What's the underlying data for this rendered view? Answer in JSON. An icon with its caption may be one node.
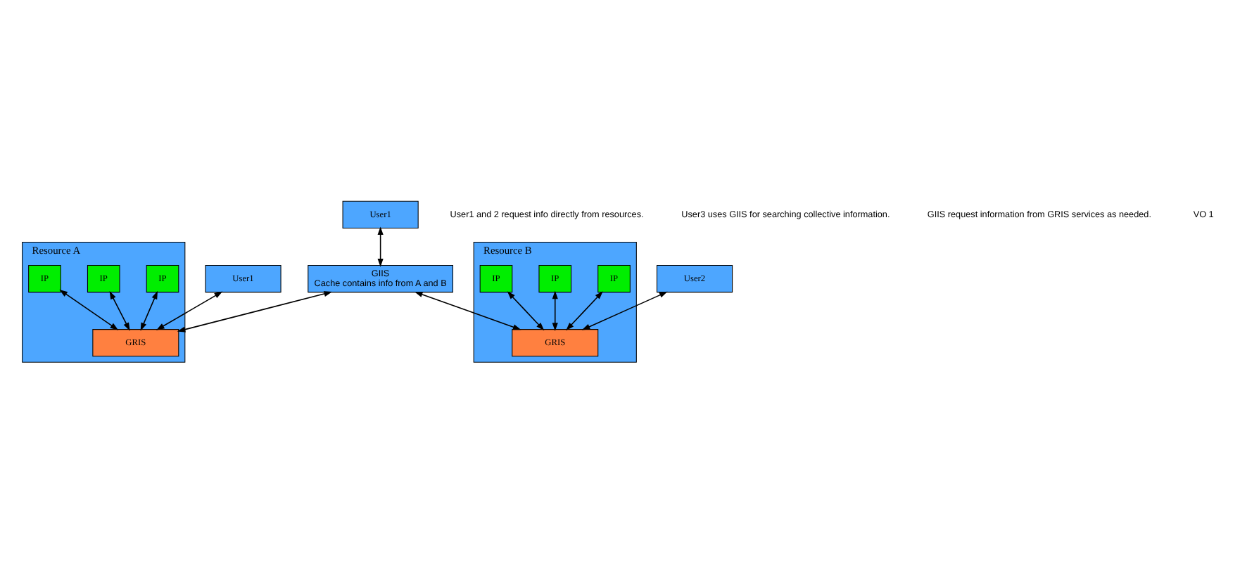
{
  "diagram": {
    "nodes": [
      {
        "text": [
          "Resource A"
        ]
      },
      {
        "text": [
          "IP"
        ],
        "in": 0
      },
      {
        "text": [
          "IP"
        ],
        "in": 0
      },
      {
        "text": [
          "IP"
        ],
        "in": 0
      },
      {
        "text": [
          "GRIS"
        ],
        "in": 0
      },
      {
        "text": [
          "Resource B"
        ]
      },
      {
        "text": [
          "IP"
        ],
        "in": 5
      },
      {
        "text": [
          "IP"
        ],
        "in": 5
      },
      {
        "text": [
          "IP"
        ],
        "in": 5
      },
      {
        "text": [
          "GRIS"
        ],
        "in": 5
      },
      {
        "text": [
          "User1"
        ]
      },
      {
        "text": [
          "User2"
        ]
      },
      {
        "text": [
          "User1"
        ]
      },
      {
        "text": [
          "GIIS",
          "Cache contains info from A and B"
        ]
      }
    ],
    "edges": [
      {
        "from": 1,
        "to": 4,
        "arrow": "both"
      },
      {
        "from": 2,
        "to": 4,
        "arrow": "both"
      },
      {
        "from": 3,
        "to": 4,
        "arrow": "both"
      },
      {
        "from": 6,
        "to": 9,
        "arrow": "both"
      },
      {
        "from": 7,
        "to": 9,
        "arrow": "both"
      },
      {
        "from": 8,
        "to": 9,
        "arrow": "both"
      },
      {
        "from": 10,
        "to": 4,
        "arrow": "both"
      },
      {
        "from": 11,
        "to": 9,
        "arrow": "both"
      },
      {
        "from": 13,
        "to": 4,
        "arrow": "both"
      },
      {
        "from": 13,
        "to": 9,
        "arrow": "both"
      },
      {
        "from": 12,
        "to": 13,
        "arrow": "both"
      }
    ],
    "labels": [
      "User1 and 2 request info directly from resources.",
      "User3 uses GIIS for searching collective information.",
      "GIIS request information from GRIS services as needed.",
      "VO 1"
    ]
  }
}
